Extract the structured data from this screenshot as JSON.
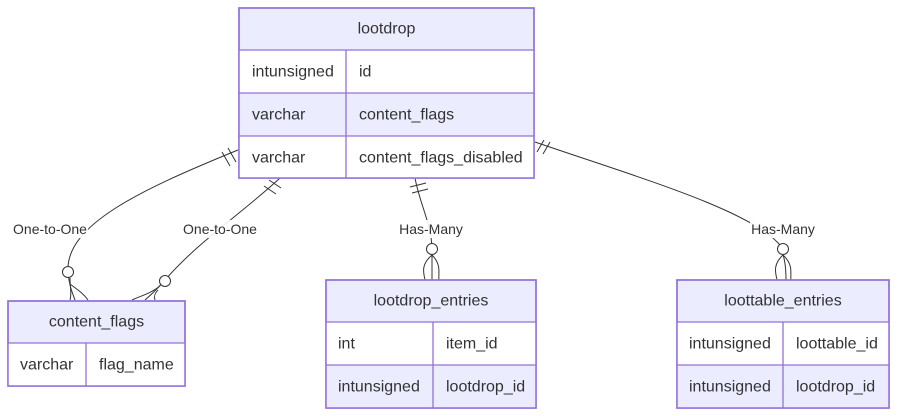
{
  "entities": {
    "lootdrop": {
      "name": "lootdrop",
      "rows": [
        {
          "type": "intunsigned",
          "field": "id"
        },
        {
          "type": "varchar",
          "field": "content_flags"
        },
        {
          "type": "varchar",
          "field": "content_flags_disabled"
        }
      ]
    },
    "content_flags": {
      "name": "content_flags",
      "rows": [
        {
          "type": "varchar",
          "field": "flag_name"
        }
      ]
    },
    "lootdrop_entries": {
      "name": "lootdrop_entries",
      "rows": [
        {
          "type": "int",
          "field": "item_id"
        },
        {
          "type": "intunsigned",
          "field": "lootdrop_id"
        }
      ]
    },
    "loottable_entries": {
      "name": "loottable_entries",
      "rows": [
        {
          "type": "intunsigned",
          "field": "loottable_id"
        },
        {
          "type": "intunsigned",
          "field": "lootdrop_id"
        }
      ]
    }
  },
  "relationships": [
    {
      "label": "One-to-One"
    },
    {
      "label": "One-to-One"
    },
    {
      "label": "Has-Many"
    },
    {
      "label": "Has-Many"
    }
  ],
  "colors": {
    "entity_fill": "#ececff",
    "entity_stroke": "#9370db",
    "line": "#333333"
  }
}
